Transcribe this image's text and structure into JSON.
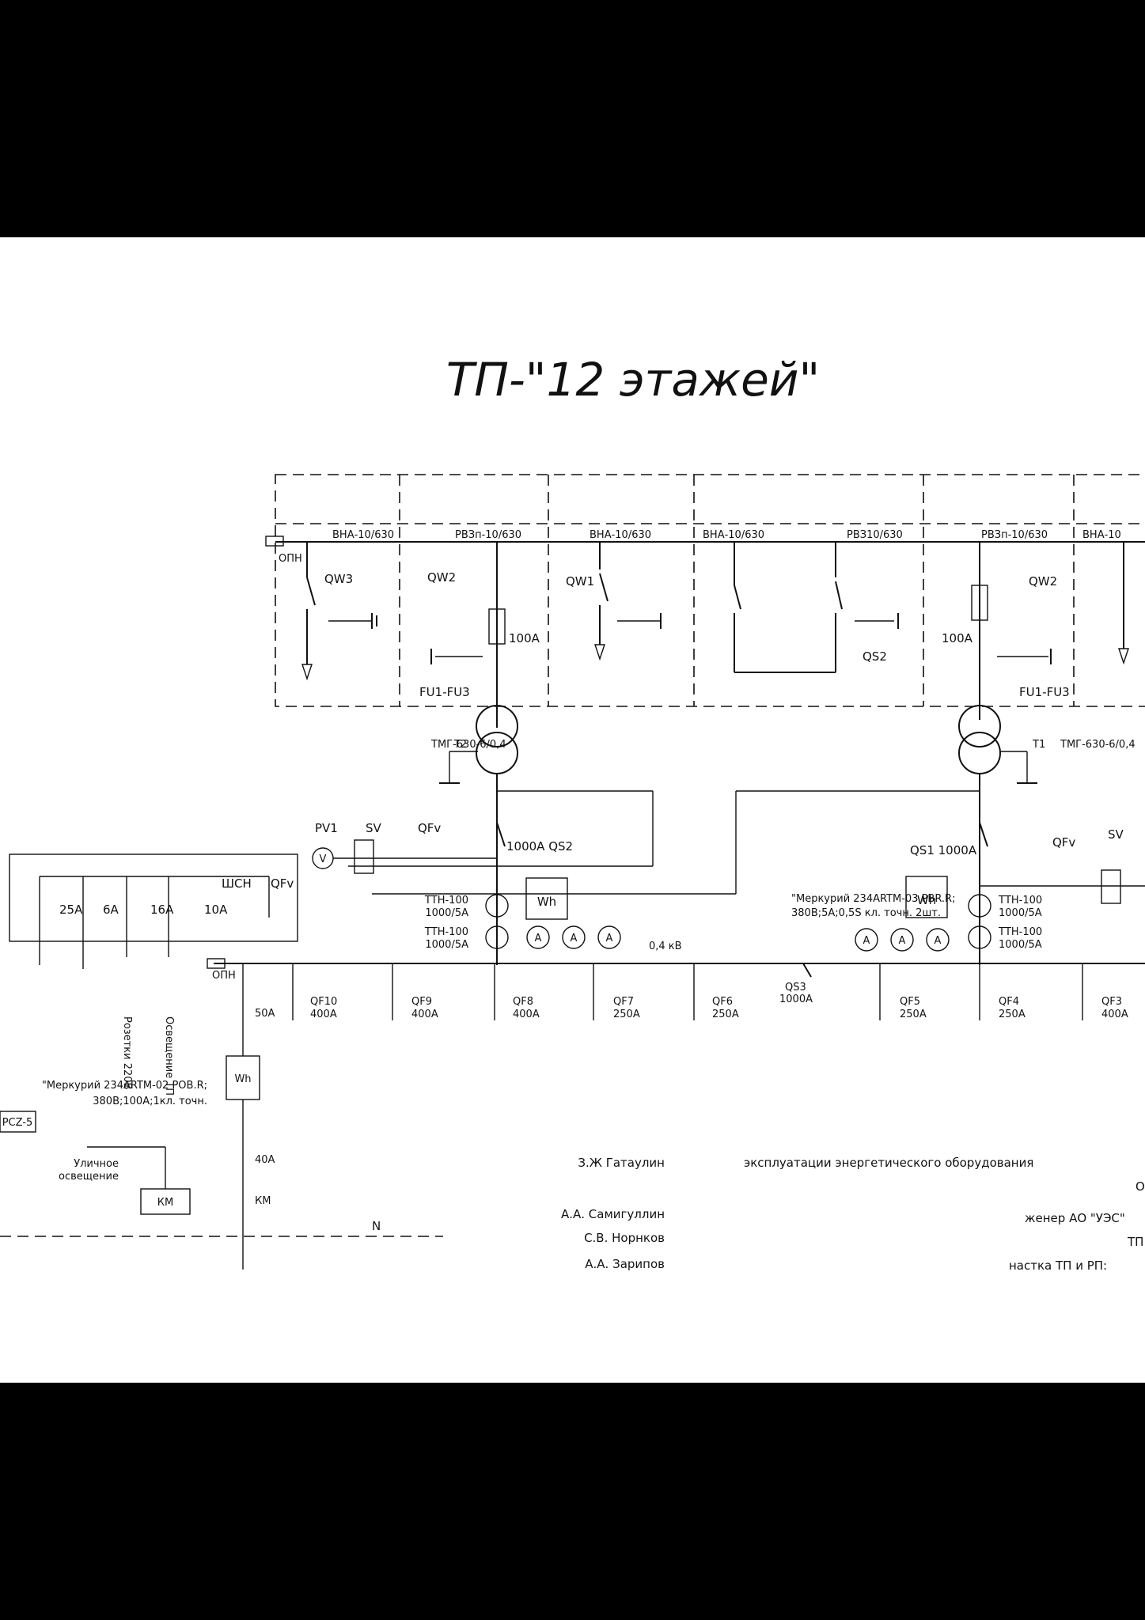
{
  "title": "ТП-\"12 этажей\"",
  "cells": {
    "c1": "ВНА-10/630",
    "c2": "РВЗп-10/630",
    "c3": "ВНА-10/630",
    "c4": "ВНА-10/630",
    "c5": "РВЗ10/630",
    "c6": "РВЗп-10/630",
    "c7": "ВНА-10"
  },
  "hv": {
    "opn": "ОПН",
    "qw3": "QW3",
    "qw2a": "QW2",
    "qw1": "QW1",
    "qw2b": "QW2",
    "qs2": "QS2",
    "fuse_a": "100А",
    "fuse_b": "100А",
    "fu_a": "FU1-FU3",
    "fu_b": "FU1-FU3"
  },
  "transformers": {
    "t2_name": "Т2",
    "t2_type": "ТМГ-630-6/0,4",
    "t1_name": "Т1",
    "t1_type": "ТМГ-630-6/0,4"
  },
  "lv": {
    "qs2_label": "1000А QS2",
    "qs1_label": "QS1 1000А",
    "pv1": "PV1",
    "sv_a": "SV",
    "sv_b": "SV",
    "qfv_a": "QFv",
    "qfv_b": "QFv",
    "qfv_c": "QFv",
    "shsn": "ШСН",
    "v_icon": "V",
    "tt1": "ТТН-100",
    "tt1r": "1000/5А",
    "tt2": "ТТН-100",
    "tt2r": "1000/5А",
    "tt3": "ТТН-100",
    "tt3r": "1000/5А",
    "tt4": "ТТН-100",
    "tt4r": "1000/5А",
    "wh": "Wh",
    "meter1": "\"Меркурий 234ARTM-03 PBR.R;",
    "meter2": "380В;5А;0,5S кл. точн. 2шт.",
    "kv": "0,4 кВ",
    "a": "А",
    "qs3": "QS3",
    "qs3r": "1000А",
    "opn2": "ОПН"
  },
  "aux_breakers": [
    "10А",
    "16А",
    "6А",
    "25А"
  ],
  "aux_loads": [
    "Освещение ТП",
    "Розетки 220В"
  ],
  "feeders": [
    {
      "name": "QF10",
      "rating": "400А"
    },
    {
      "name": "QF9",
      "rating": "400А"
    },
    {
      "name": "QF8",
      "rating": "400А"
    },
    {
      "name": "QF7",
      "rating": "250А"
    },
    {
      "name": "QF6",
      "rating": "250А"
    },
    {
      "name": "QF5",
      "rating": "250А"
    },
    {
      "name": "QF4",
      "rating": "250А"
    },
    {
      "name": "QF3",
      "rating": "400А"
    }
  ],
  "street": {
    "br50": "50А",
    "br40": "40А",
    "meter1": "\"Меркурий 234ARTM-02 POB.R;",
    "meter2": "380В;100А;1кл. точн.",
    "km": "КМ",
    "km2": "КМ",
    "light": "Уличное",
    "light2": "освещение",
    "rcz": "РСZ-5",
    "n": "N"
  },
  "notes": {
    "l1": "эксплуатации энергетического оборудования",
    "l2": "О:",
    "l3": "женер АО \"УЭС\"",
    "l4": "ТП",
    "l5": "настка ТП и РП:"
  },
  "signatures": [
    "З.Ж Гатаулин",
    "А.А. Самигуллин",
    "С.В. Норнков",
    "А.А. Зарипов"
  ]
}
